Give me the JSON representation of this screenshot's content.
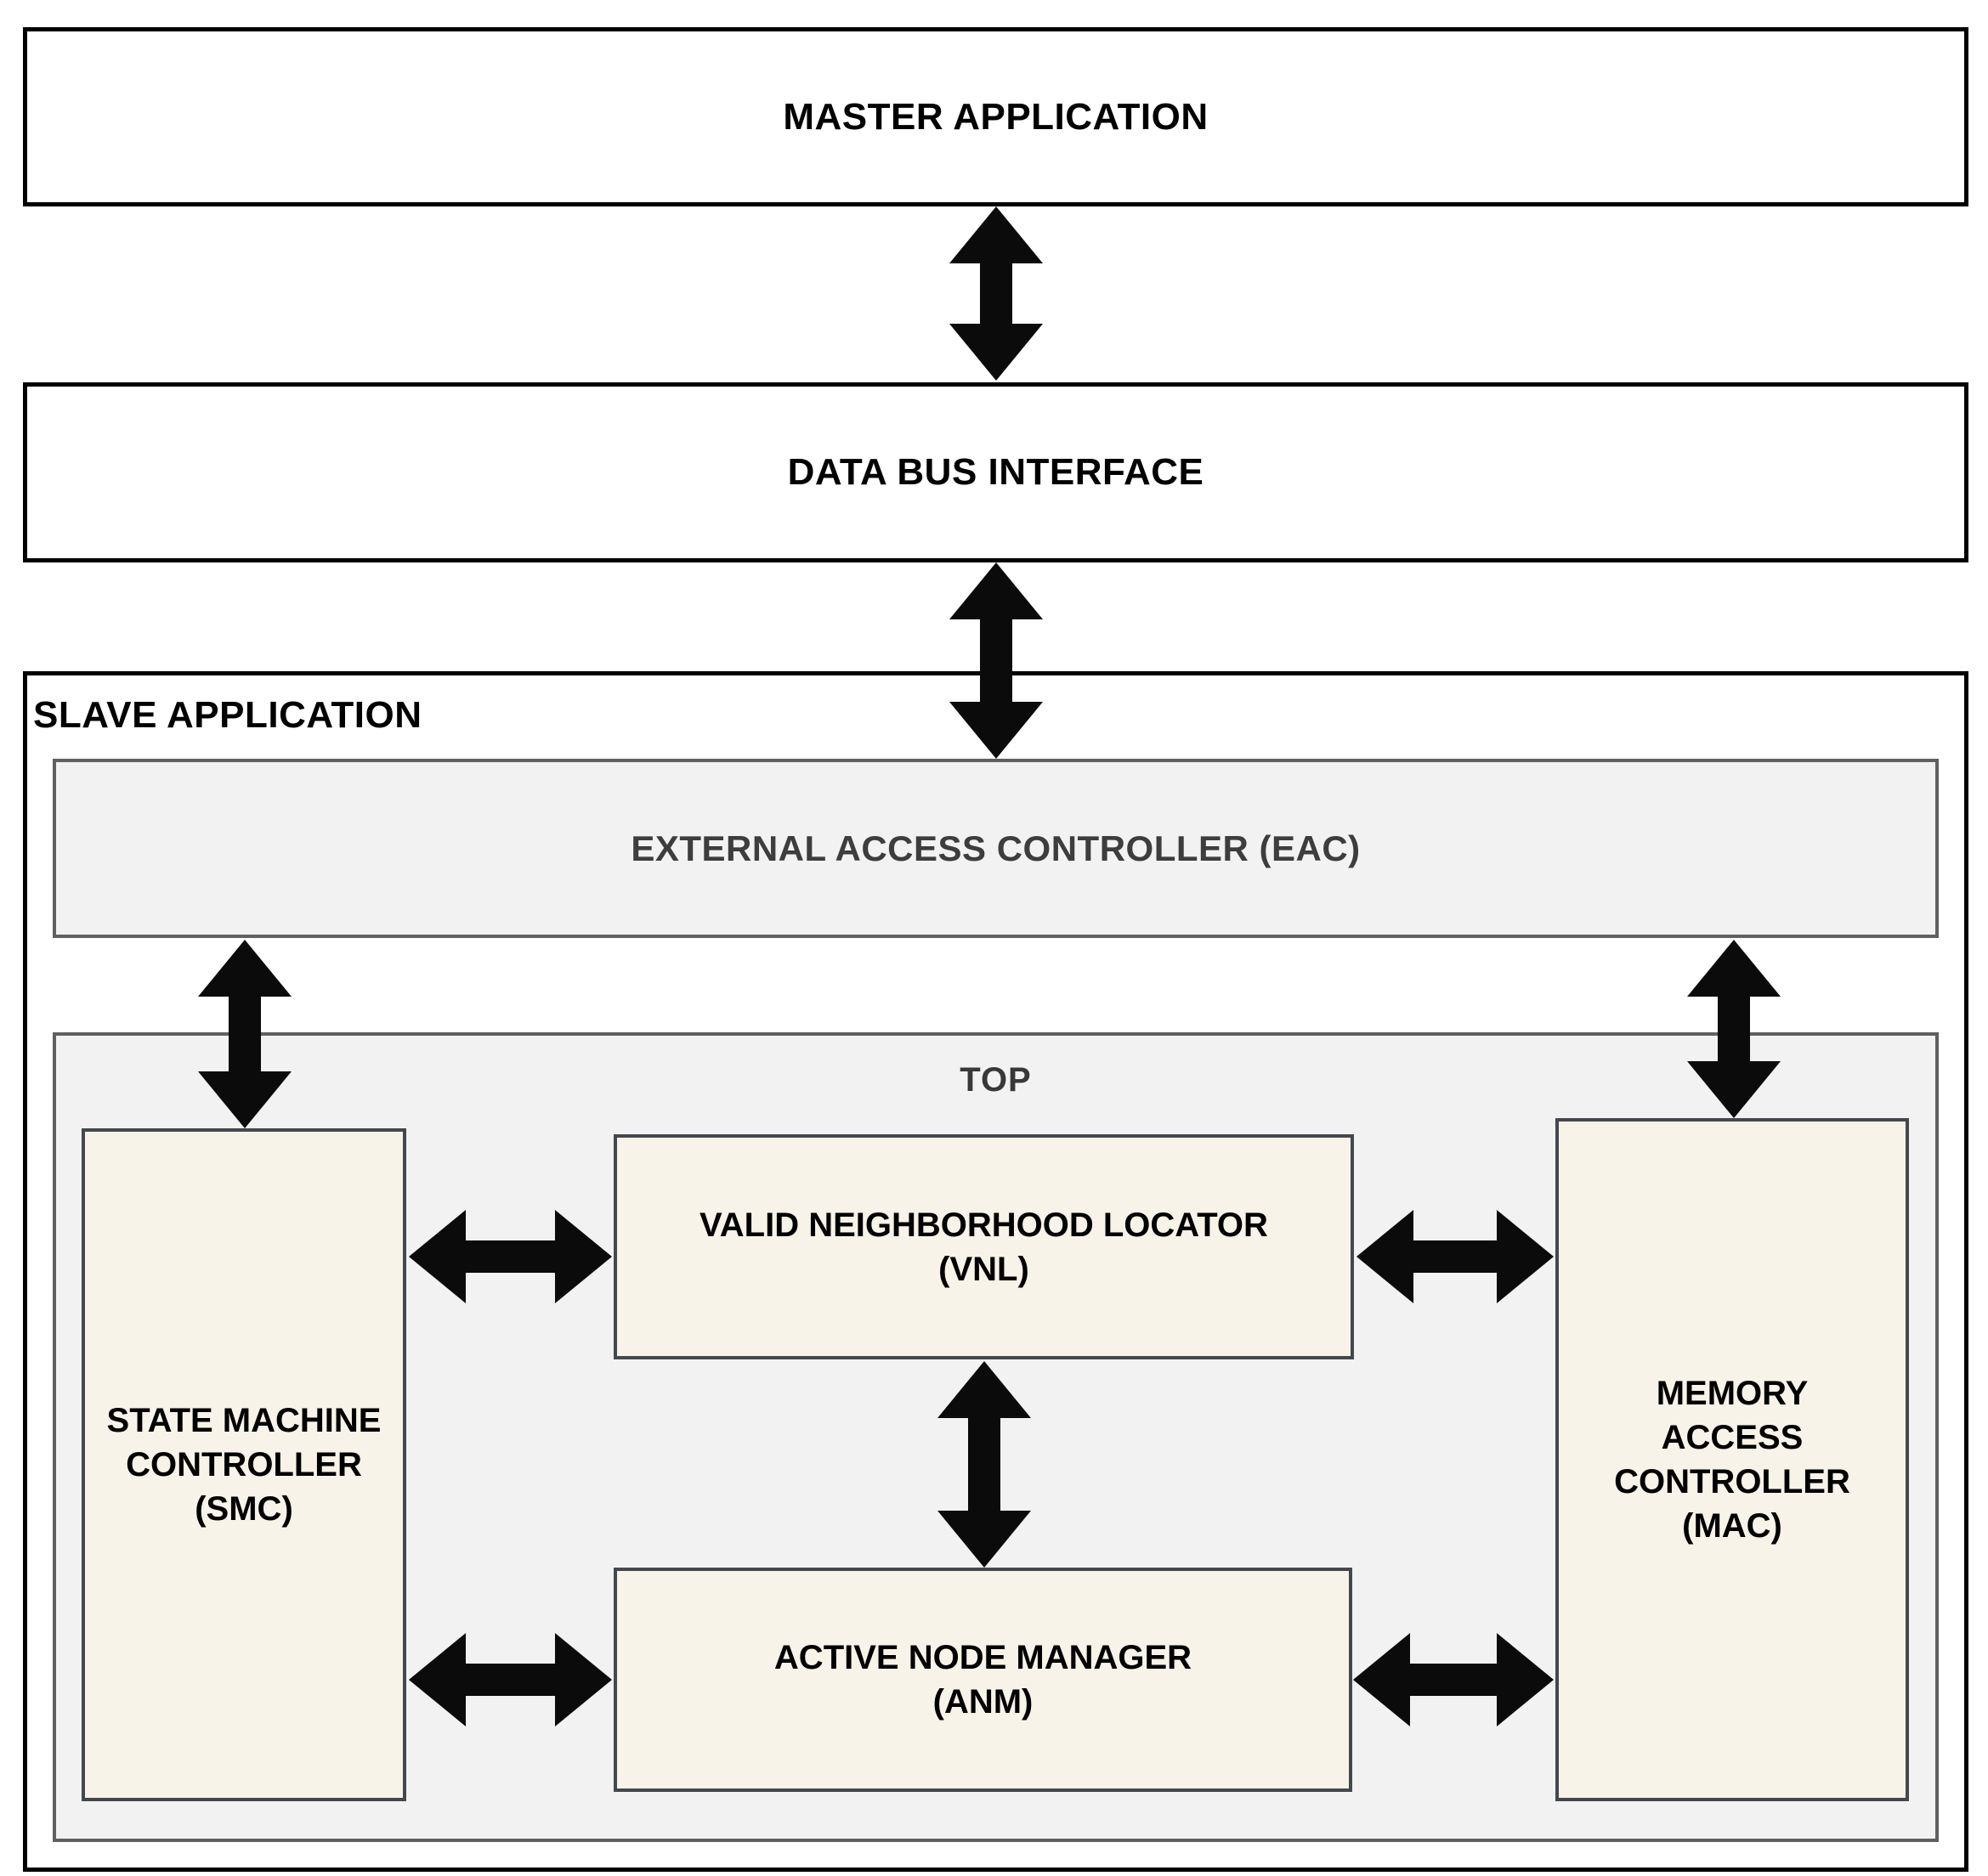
{
  "colors": {
    "background": "#ffffff",
    "outer_border": "#000000",
    "panel_fill": "#f2f2f2",
    "panel_border": "#606060",
    "module_fill": "#f8f3e8",
    "module_border": "#44484e",
    "arrow": "#0b0b0b",
    "panel_text": "#3d3d3d",
    "text": "#000000"
  },
  "blocks": {
    "master": {
      "label": "MASTER APPLICATION"
    },
    "data_bus": {
      "label": "DATA BUS INTERFACE"
    },
    "slave": {
      "label": "SLAVE APPLICATION"
    },
    "eac": {
      "label": "EXTERNAL ACCESS CONTROLLER (EAC)"
    },
    "top": {
      "label": "TOP"
    },
    "smc": {
      "lines": [
        "STATE MACHINE",
        "CONTROLLER",
        "(SMC)"
      ]
    },
    "vnl": {
      "lines": [
        "VALID NEIGHBORHOOD LOCATOR",
        "(VNL)"
      ]
    },
    "anm": {
      "lines": [
        "ACTIVE NODE MANAGER",
        "(ANM)"
      ]
    },
    "mac": {
      "lines": [
        "MEMORY",
        "ACCESS",
        "CONTROLLER",
        "(MAC)"
      ]
    }
  },
  "connections": [
    {
      "from": "MASTER APPLICATION",
      "to": "DATA BUS INTERFACE",
      "type": "bidirectional"
    },
    {
      "from": "DATA BUS INTERFACE",
      "to": "EXTERNAL ACCESS CONTROLLER (EAC)",
      "type": "bidirectional"
    },
    {
      "from": "EXTERNAL ACCESS CONTROLLER (EAC)",
      "to": "STATE MACHINE CONTROLLER (SMC)",
      "type": "bidirectional"
    },
    {
      "from": "EXTERNAL ACCESS CONTROLLER (EAC)",
      "to": "MEMORY ACCESS CONTROLLER (MAC)",
      "type": "bidirectional"
    },
    {
      "from": "STATE MACHINE CONTROLLER (SMC)",
      "to": "VALID NEIGHBORHOOD LOCATOR (VNL)",
      "type": "bidirectional"
    },
    {
      "from": "VALID NEIGHBORHOOD LOCATOR (VNL)",
      "to": "MEMORY ACCESS CONTROLLER (MAC)",
      "type": "bidirectional"
    },
    {
      "from": "VALID NEIGHBORHOOD LOCATOR (VNL)",
      "to": "ACTIVE NODE MANAGER (ANM)",
      "type": "bidirectional"
    },
    {
      "from": "STATE MACHINE CONTROLLER (SMC)",
      "to": "ACTIVE NODE MANAGER (ANM)",
      "type": "bidirectional"
    },
    {
      "from": "ACTIVE NODE MANAGER (ANM)",
      "to": "MEMORY ACCESS CONTROLLER (MAC)",
      "type": "bidirectional"
    }
  ]
}
